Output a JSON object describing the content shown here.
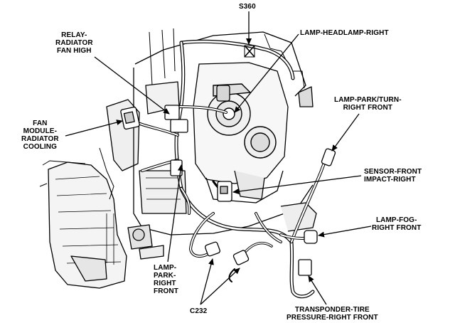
{
  "callouts": {
    "s360": [
      "S360"
    ],
    "relay": [
      "RELAY-",
      "RADIATOR",
      "FAN HIGH"
    ],
    "headlamp": [
      "LAMP-HEADLAMP-RIGHT"
    ],
    "park_turn": [
      "LAMP-PARK/TURN-",
      "RIGHT FRONT"
    ],
    "fan_module": [
      "FAN",
      "MODULE-",
      "RADIATOR",
      "COOLING"
    ],
    "sensor": [
      "SENSOR-FRONT",
      "IMPACT-RIGHT"
    ],
    "fog": [
      "LAMP-FOG-",
      "RIGHT FRONT"
    ],
    "park": [
      "LAMP-",
      "PARK-",
      "RIGHT",
      "FRONT"
    ],
    "c232": [
      "C232"
    ],
    "tpm": [
      "TRANSPONDER-TIRE",
      "PRESSURE-RIGHT FRONT"
    ]
  },
  "colors": {
    "ink": "#000000",
    "background": "#ffffff"
  }
}
